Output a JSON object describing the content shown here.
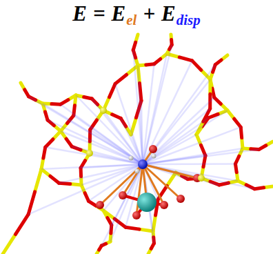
{
  "diagram": {
    "labels": [
      "E",
      "=",
      "E",
      "el",
      "+",
      "E",
      "disp"
    ]
  }
}
